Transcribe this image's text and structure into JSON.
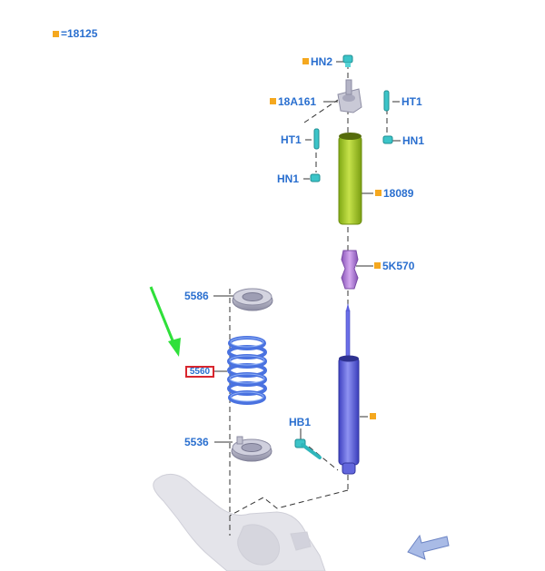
{
  "legend": {
    "value": "=18125"
  },
  "callouts": {
    "hn2": "HN2",
    "bracket": "18A161",
    "ht1_right": "HT1",
    "ht1_left": "HT1",
    "hn1_right": "HN1",
    "hn1_left": "HN1",
    "dust_boot": "18089",
    "bump_stop": "5K570",
    "upper_seat": "5586",
    "spring": "5560",
    "lower_seat": "5536",
    "bolt": "HB1"
  },
  "colors": {
    "callout_text": "#2a6fcf",
    "marker": "#f5a81f",
    "highlight_border": "#d8262e",
    "pointer_arrow": "#2fe03a",
    "spring": "#4a72e0",
    "shock": "#5b5fe0",
    "boot": "#9acb1e",
    "bump_stop": "#b07ad8",
    "seat": "#b9b9c9",
    "hardware": "#3cc4c8",
    "nav_arrow": "#8fa4d8"
  },
  "icons": {
    "pointer": "green-pointer-arrow-icon",
    "nav": "navigation-arrow-icon"
  }
}
